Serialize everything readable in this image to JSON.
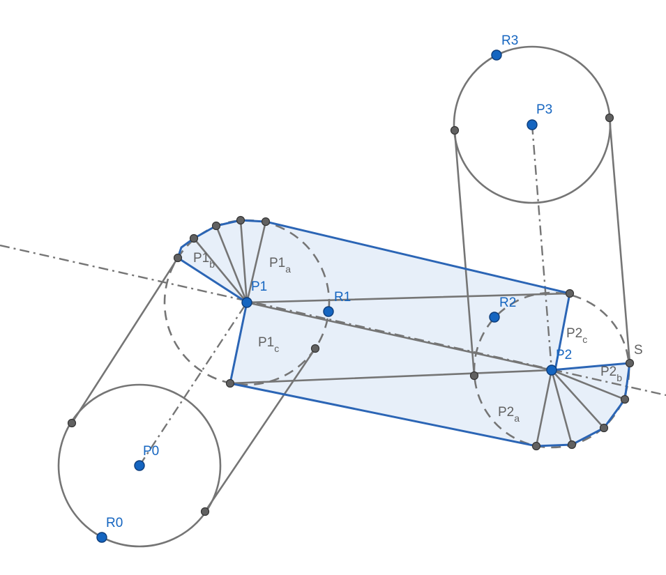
{
  "colors": {
    "region_fill": "#e7eff9",
    "region_stroke": "#2b65b5",
    "construction": "#757575",
    "point_blue": "#1565c0",
    "point_gray": "#616161"
  },
  "labels": {
    "R3": "R3",
    "P3": "P3",
    "P1": "P1",
    "R1": "R1",
    "R2": "R2",
    "P2": "P2",
    "P0": "P0",
    "R0": "R0",
    "S": "S",
    "P1a_main": "P1",
    "P1a_sub": "a",
    "P1b_main": "P1",
    "P1b_sub": "b",
    "P1c_main": "P1",
    "P1c_sub": "c",
    "P2a_main": "P2",
    "P2a_sub": "a",
    "P2b_main": "P2",
    "P2b_sub": "b",
    "P2c_main": "P2",
    "P2c_sub": "c"
  }
}
